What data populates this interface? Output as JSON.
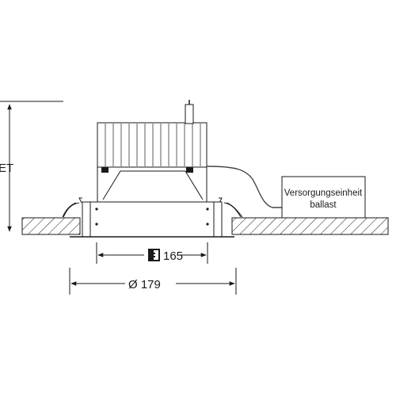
{
  "labels": {
    "height_label": "ET",
    "ballast_line1": "Versorgungseinheit",
    "ballast_line2": "ballast",
    "cutout_dimension": "165",
    "outer_dimension": "Ø 179"
  },
  "icons": {
    "cutout": "ceiling-cutout-icon"
  },
  "colors": {
    "line": "#1a1a1a",
    "cable": "#444444",
    "background": "#ffffff"
  }
}
